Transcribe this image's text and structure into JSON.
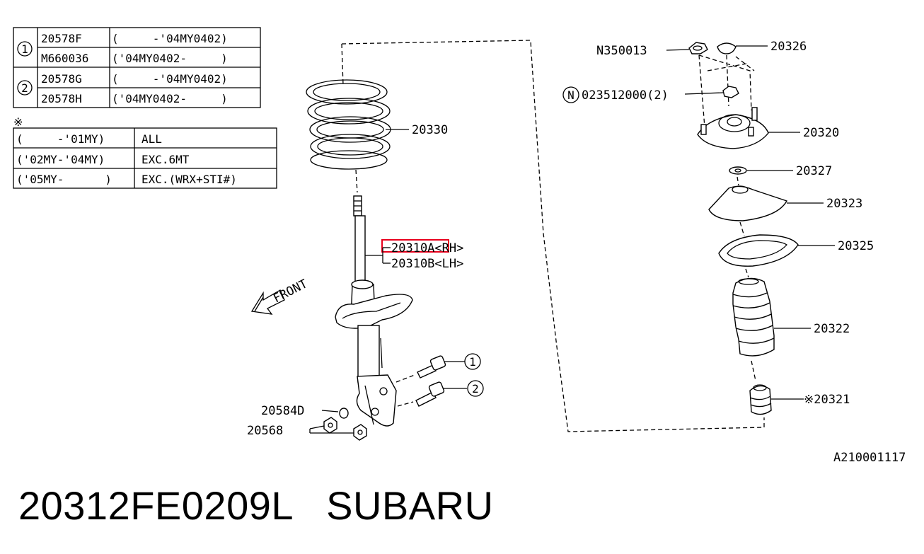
{
  "table1": {
    "rows": [
      {
        "num": "1",
        "part": "20578F",
        "range": "(     -'04MY0402)"
      },
      {
        "num": "",
        "part": "M660036",
        "range": "('04MY0402-     )"
      },
      {
        "num": "2",
        "part": "20578G",
        "range": "(     -'04MY0402)"
      },
      {
        "num": "",
        "part": "20578H",
        "range": "('04MY0402-     )"
      }
    ]
  },
  "table2": {
    "mark": "※",
    "rows": [
      {
        "range": "(     -'01MY)",
        "applic": "ALL"
      },
      {
        "range": "('02MY-'04MY)",
        "applic": "EXC.6MT"
      },
      {
        "range": "('05MY-      )",
        "applic": "EXC.(WRX+STI#)"
      }
    ]
  },
  "labels": {
    "spring": "20330",
    "strut_rh_part": "20310A",
    "strut_rh_side": "<RH>",
    "strut_lh": "20310B<LH>",
    "washer": "20584D",
    "nut": "20568",
    "front": "FRONT",
    "callout1": "1",
    "callout2": "2",
    "nut_top": "N350013",
    "cap": "20326",
    "nut_n": "023512000(2)",
    "n_mark": "N",
    "mount": "20320",
    "washer_top": "20327",
    "seat": "20323",
    "rubber_seat": "20325",
    "boot": "20322",
    "bump_stop": "※20321",
    "diagram_code": "A210001117"
  },
  "highlight_color": "#e8001c",
  "footer": {
    "part_number": "20312FE0209L",
    "brand": "SUBARU"
  }
}
